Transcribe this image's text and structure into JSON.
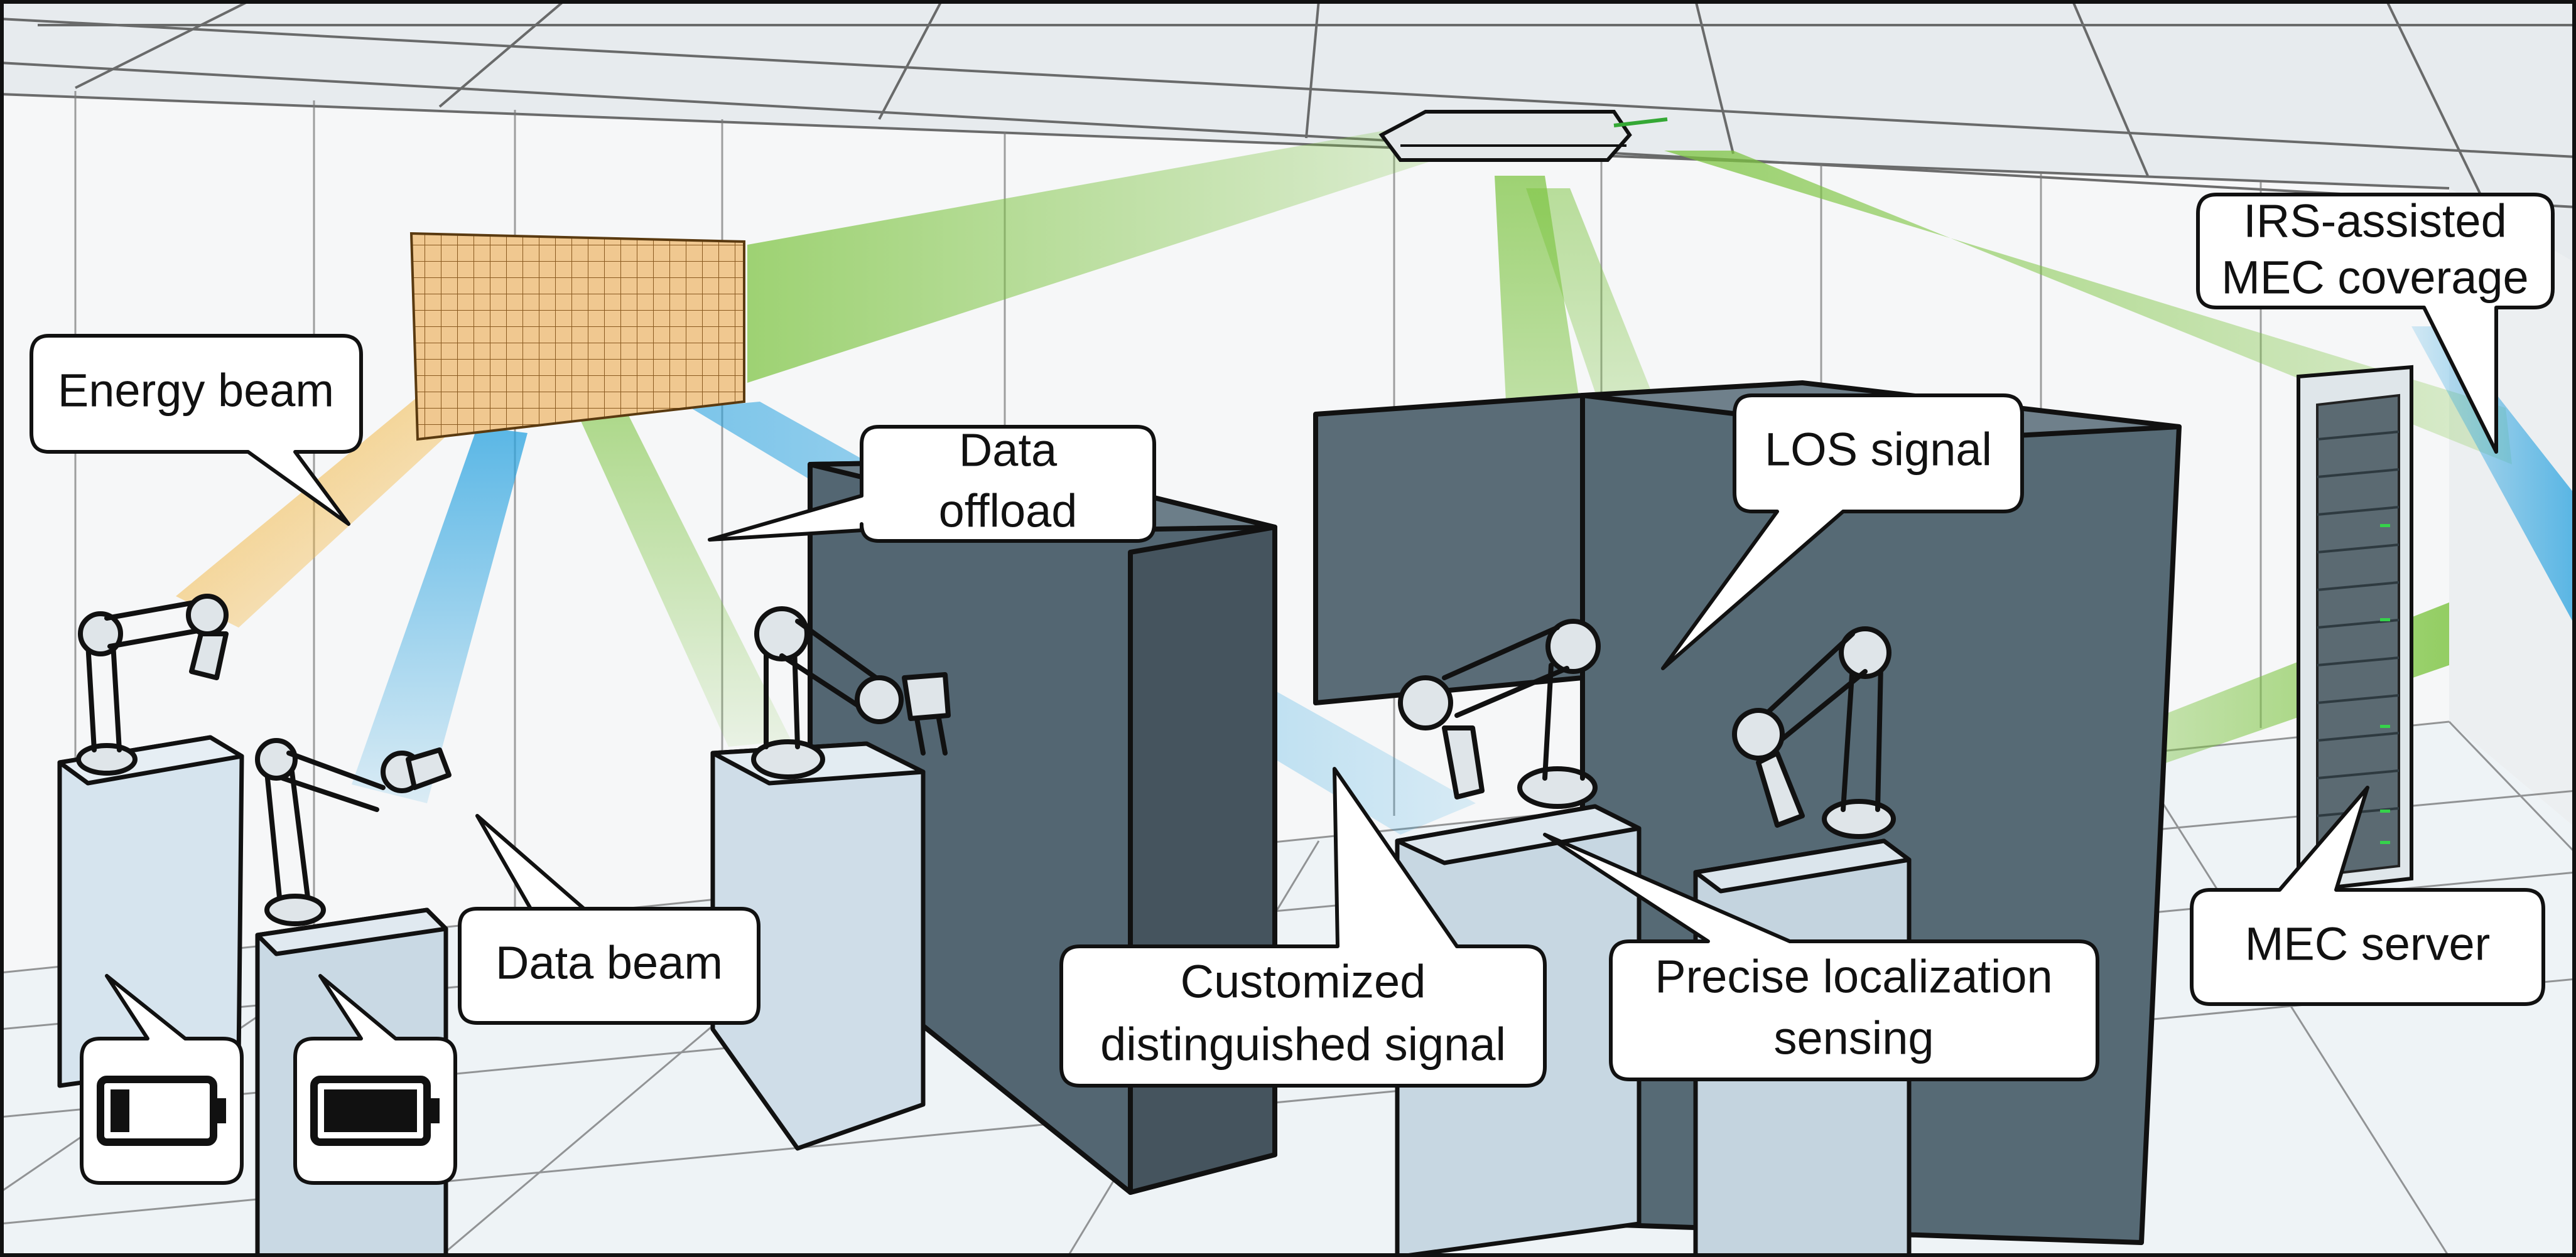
{
  "labels": {
    "energy_beam": "Energy beam",
    "data_beam": "Data beam",
    "data_offload_1": "Data",
    "data_offload_2": "offload",
    "los_signal": "LOS signal",
    "irs_mec_1": "IRS-assisted",
    "irs_mec_2": "MEC coverage",
    "customized_1": "Customized",
    "customized_2": "distinguished signal",
    "precise_1": "Precise localization",
    "precise_2": "sensing",
    "mec_server": "MEC server"
  },
  "battery_levels": [
    0.2,
    1.0
  ],
  "colors": {
    "energy_beam": "#f3c060",
    "data_beam": "#40aee6",
    "signal_beam": "#8ccc4a",
    "cabinet": "#586b76",
    "pedestal": "#cddde8",
    "irs_panel": "#f0c890",
    "outline": "#111111"
  },
  "icons": {
    "irs": "irs-panel-icon",
    "access_point": "access-point-icon",
    "server": "mec-server-icon",
    "robot": "robot-arm-icon",
    "battery": "battery-icon"
  }
}
